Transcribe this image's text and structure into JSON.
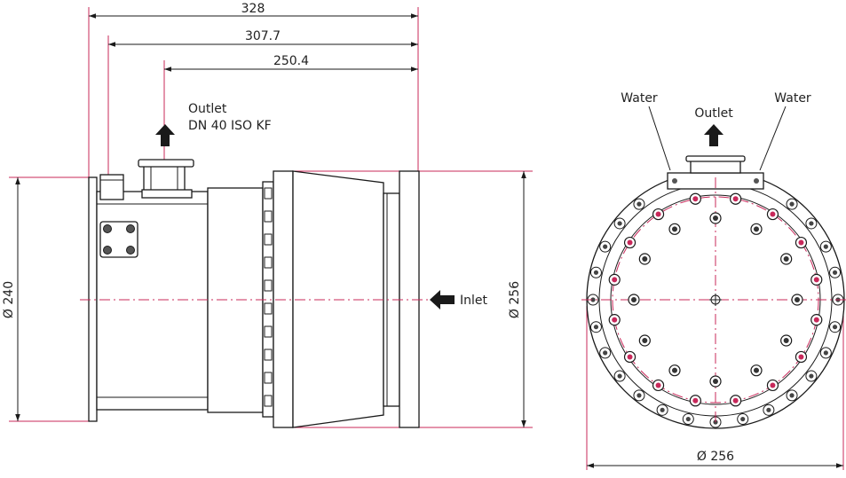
{
  "colors": {
    "accent": "#c8285a",
    "line": "#1a1a1a"
  },
  "side_view": {
    "dim_overall": "328",
    "dim_mid": "307.7",
    "dim_outlet": "250.4",
    "outlet_label": "Outlet",
    "outlet_spec": "DN 40 ISO KF",
    "inlet_label": "Inlet",
    "dia_left": "Ø 240",
    "dia_right": "Ø 256",
    "arrow_icon": "arrow-icon"
  },
  "front_view": {
    "water_left": "Water",
    "water_right": "Water",
    "outlet_label": "Outlet",
    "dia_bottom": "Ø 256",
    "arrow_icon": "arrow-icon"
  }
}
